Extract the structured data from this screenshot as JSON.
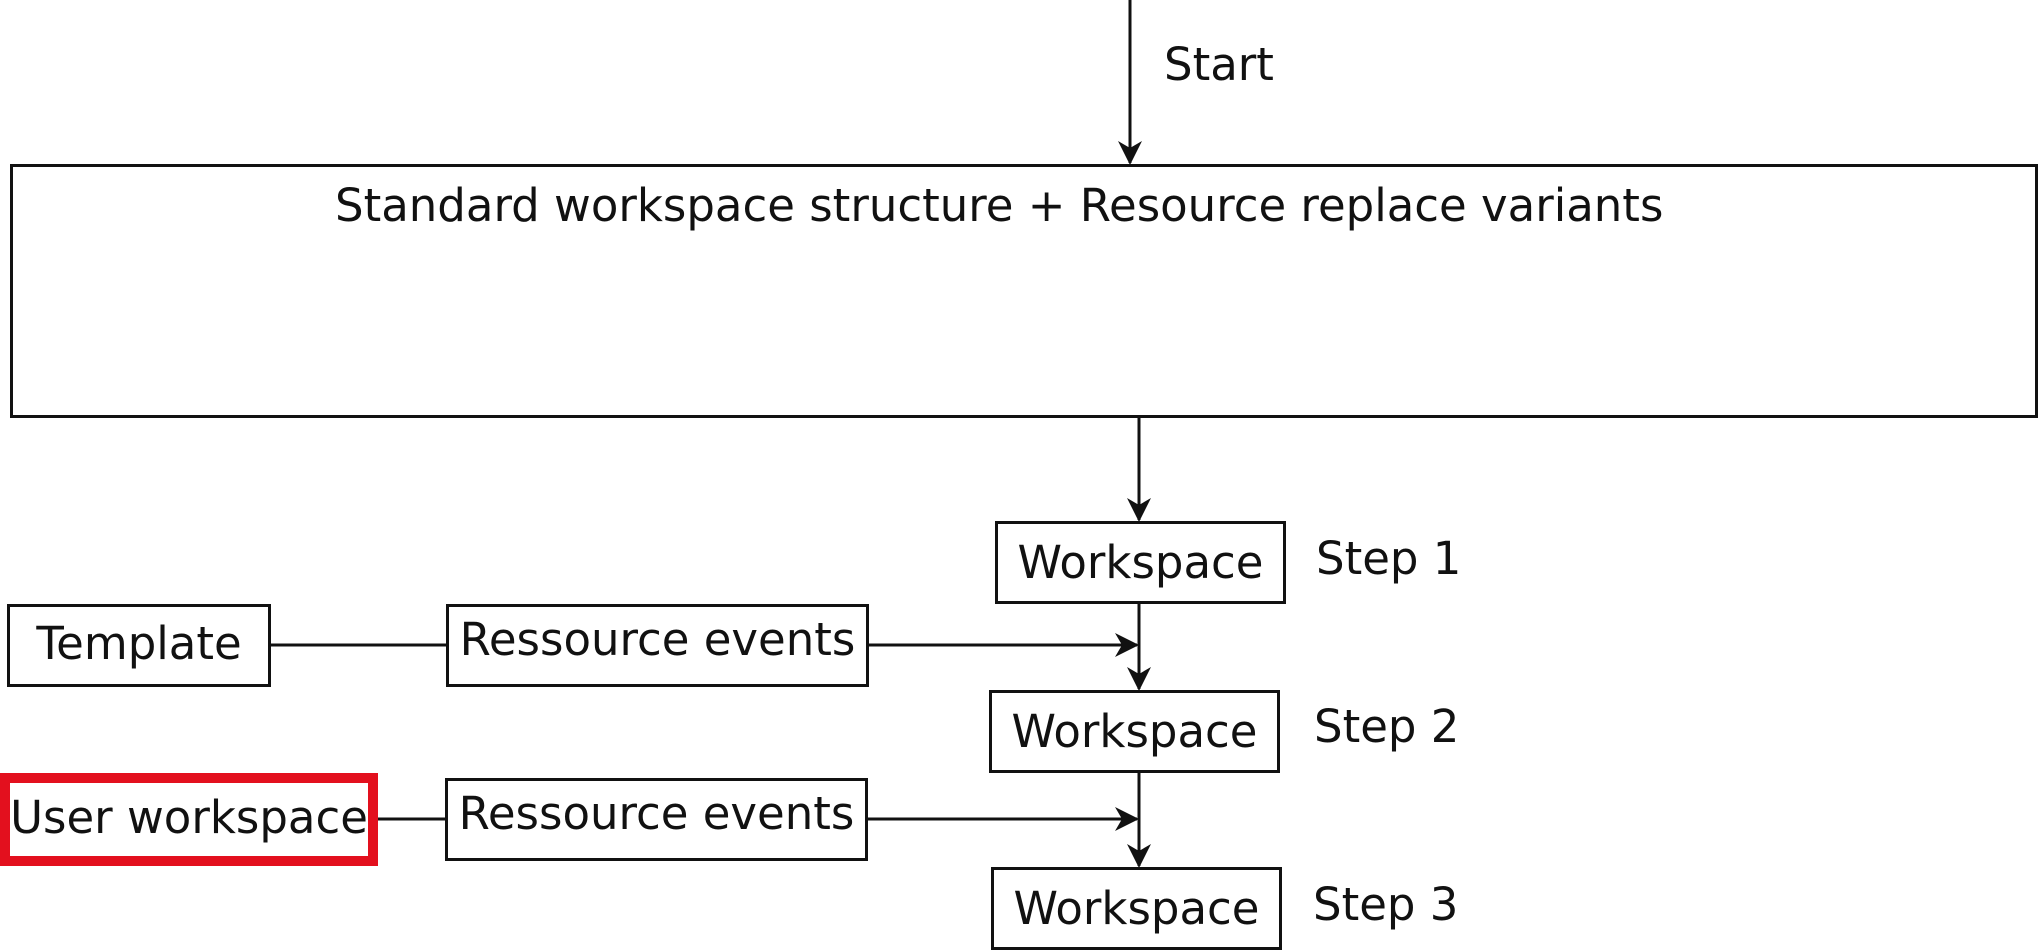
{
  "diagram": {
    "start_label": "Start",
    "main_box_label": "Standard workspace structure + Resource replace variants",
    "workspace_label": "Workspace",
    "steps": [
      "Step 1",
      "Step 2",
      "Step 3"
    ],
    "template_label": "Template",
    "resource_events_label": "Ressource events",
    "user_workspace_label": "User workspace",
    "highlight_color": "#e3101e",
    "line_color": "#111111"
  }
}
